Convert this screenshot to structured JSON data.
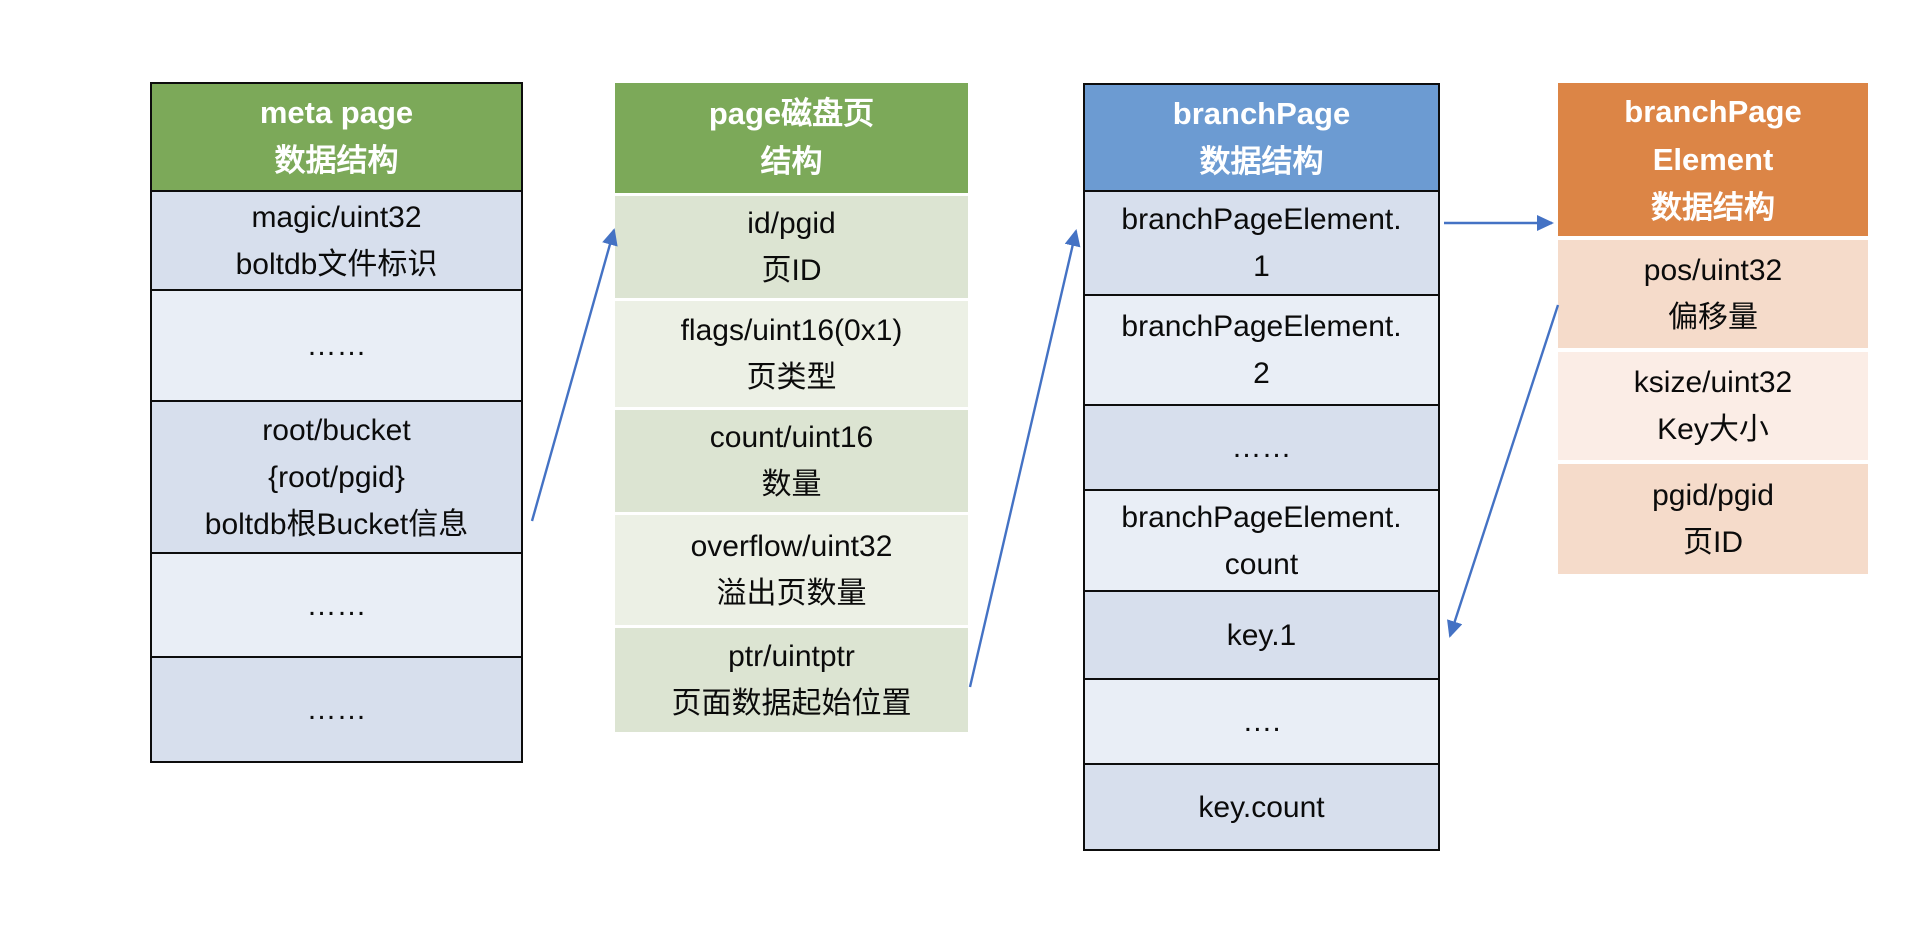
{
  "colors": {
    "green_header": "#7CA959",
    "blue_header": "#6C9BD2",
    "orange_header": "#DC8546",
    "blue_row_dark": "#D7DFED",
    "blue_row_light": "#E9EEF6",
    "green_row_dark": "#DCE4D2",
    "green_row_light": "#ECF0E5",
    "orange_row_dark": "#F5DBCA",
    "orange_row_light": "#FBEDE6",
    "arrow": "#4472C4",
    "border": "#0D0D0D"
  },
  "diagram": {
    "tables": [
      {
        "id": "meta",
        "header": {
          "lines": [
            "meta page",
            "数据结构"
          ]
        },
        "rows": [
          {
            "lines": [
              "magic/uint32",
              "boltdb文件标识"
            ],
            "shade": "dark"
          },
          {
            "lines": [
              "……"
            ],
            "shade": "light"
          },
          {
            "lines": [
              "root/bucket",
              "{root/pgid}",
              "boltdb根Bucket信息"
            ],
            "shade": "dark"
          },
          {
            "lines": [
              "……"
            ],
            "shade": "light"
          },
          {
            "lines": [
              "……"
            ],
            "shade": "dark"
          }
        ]
      },
      {
        "id": "page",
        "header": {
          "lines": [
            "page磁盘页",
            "结构"
          ]
        },
        "rows": [
          {
            "lines": [
              "id/pgid",
              "页ID"
            ],
            "shade": "dark"
          },
          {
            "lines": [
              "flags/uint16(0x1)",
              "页类型"
            ],
            "shade": "light"
          },
          {
            "lines": [
              "count/uint16",
              "数量"
            ],
            "shade": "dark"
          },
          {
            "lines": [
              "overflow/uint32",
              "溢出页数量"
            ],
            "shade": "light"
          },
          {
            "lines": [
              "ptr/uintptr",
              "页面数据起始位置"
            ],
            "shade": "dark"
          }
        ]
      },
      {
        "id": "branchPage",
        "header": {
          "lines": [
            "branchPage",
            "数据结构"
          ]
        },
        "rows": [
          {
            "lines": [
              "branchPageElement.",
              "1"
            ],
            "shade": "dark"
          },
          {
            "lines": [
              "branchPageElement.",
              "2"
            ],
            "shade": "light"
          },
          {
            "lines": [
              "……"
            ],
            "shade": "dark"
          },
          {
            "lines": [
              "branchPageElement.",
              "count"
            ],
            "shade": "light"
          },
          {
            "lines": [
              "key.1"
            ],
            "shade": "dark"
          },
          {
            "lines": [
              "…."
            ],
            "shade": "light"
          },
          {
            "lines": [
              "key.count"
            ],
            "shade": "dark"
          }
        ]
      },
      {
        "id": "branchPageElement",
        "header": {
          "lines": [
            "branchPage",
            "Element",
            "数据结构"
          ]
        },
        "rows": [
          {
            "lines": [
              "pos/uint32",
              "偏移量"
            ],
            "shade": "dark"
          },
          {
            "lines": [
              "ksize/uint32",
              "Key大小"
            ],
            "shade": "light"
          },
          {
            "lines": [
              "pgid/pgid",
              "页ID"
            ],
            "shade": "dark"
          }
        ]
      }
    ],
    "arrows": [
      {
        "from": "meta.root/bucket",
        "to": "page.id/pgid"
      },
      {
        "from": "page.ptr/uintptr",
        "to": "branchPage.branchPageElement.1"
      },
      {
        "from": "branchPage.branchPageElement.1",
        "to": "branchPageElement.header"
      },
      {
        "from": "branchPageElement.pos/uint32",
        "to": "branchPage.key.1"
      }
    ]
  }
}
